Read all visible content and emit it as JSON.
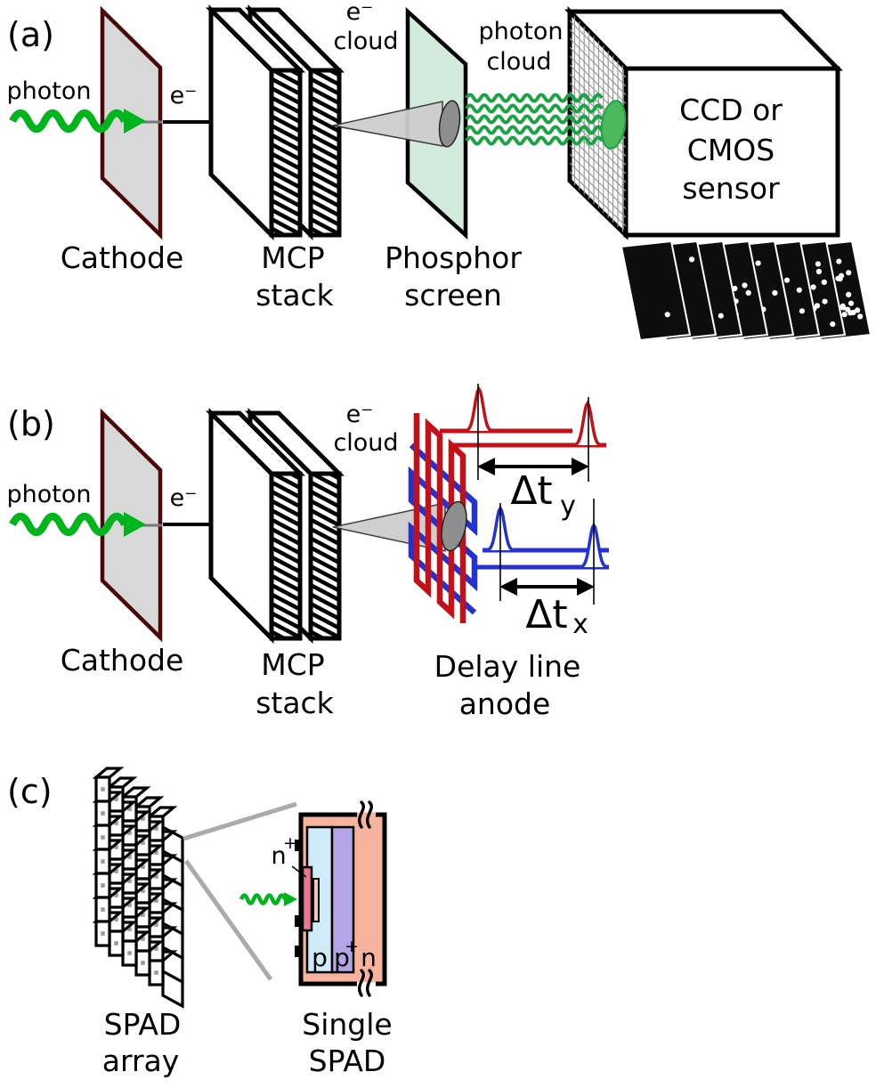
{
  "colors": {
    "photon_green": "#00b41e",
    "wave_green": "#1ba244",
    "spot_green": "#4cb85c",
    "cathode_fill": "#d8d8d8",
    "cathode_border": "#4a0808",
    "phosphor_fill": "#d2ebdc",
    "cone_fill": "#cdcdcd",
    "cone_spot": "#8e8e8e",
    "red_wire": "#c41016",
    "blue_wire": "#2433cf",
    "gray_zoom": "#ababab",
    "spad_n": "#f7b39c",
    "spad_p": "#cfeaf8",
    "spad_pp": "#b4a5e8",
    "spad_np": "#e9768e",
    "dot_gray": "#9a9a9a"
  },
  "panel_a": {
    "tag": "(a)",
    "photon": "photon",
    "electron": "e⁻",
    "cathode_label": "Cathode",
    "mcp_line1": "MCP",
    "mcp_line2": "stack",
    "ecloud_line1": "e⁻",
    "ecloud_line2": "cloud",
    "photon_cloud_line1": "photon",
    "photon_cloud_line2": "cloud",
    "phosphor_line1": "Phosphor",
    "phosphor_line2": "screen",
    "sensor_line1": "CCD or",
    "sensor_line2": "CMOS",
    "sensor_line3": "sensor",
    "frame_dot_counts": [
      1,
      2,
      3,
      5,
      8,
      11,
      15,
      21
    ]
  },
  "panel_b": {
    "tag": "(b)",
    "photon": "photon",
    "electron": "e⁻",
    "cathode_label": "Cathode",
    "mcp_line1": "MCP",
    "mcp_line2": "stack",
    "ecloud_line1": "e⁻",
    "ecloud_line2": "cloud",
    "delay_line1": "Delay line",
    "delay_line2": "anode",
    "dt_y": "Δt",
    "dt_y_sub": "y",
    "dt_x": "Δt",
    "dt_x_sub": "x"
  },
  "panel_c": {
    "tag": "(c)",
    "array_line1": "SPAD",
    "array_line2": "array",
    "single_line1": "Single",
    "single_line2": "SPAD",
    "n_plus": "n",
    "n_plus_sup": "+",
    "p_label": "p",
    "p_plus": "p",
    "p_plus_sup": "+",
    "n_label": "n"
  }
}
